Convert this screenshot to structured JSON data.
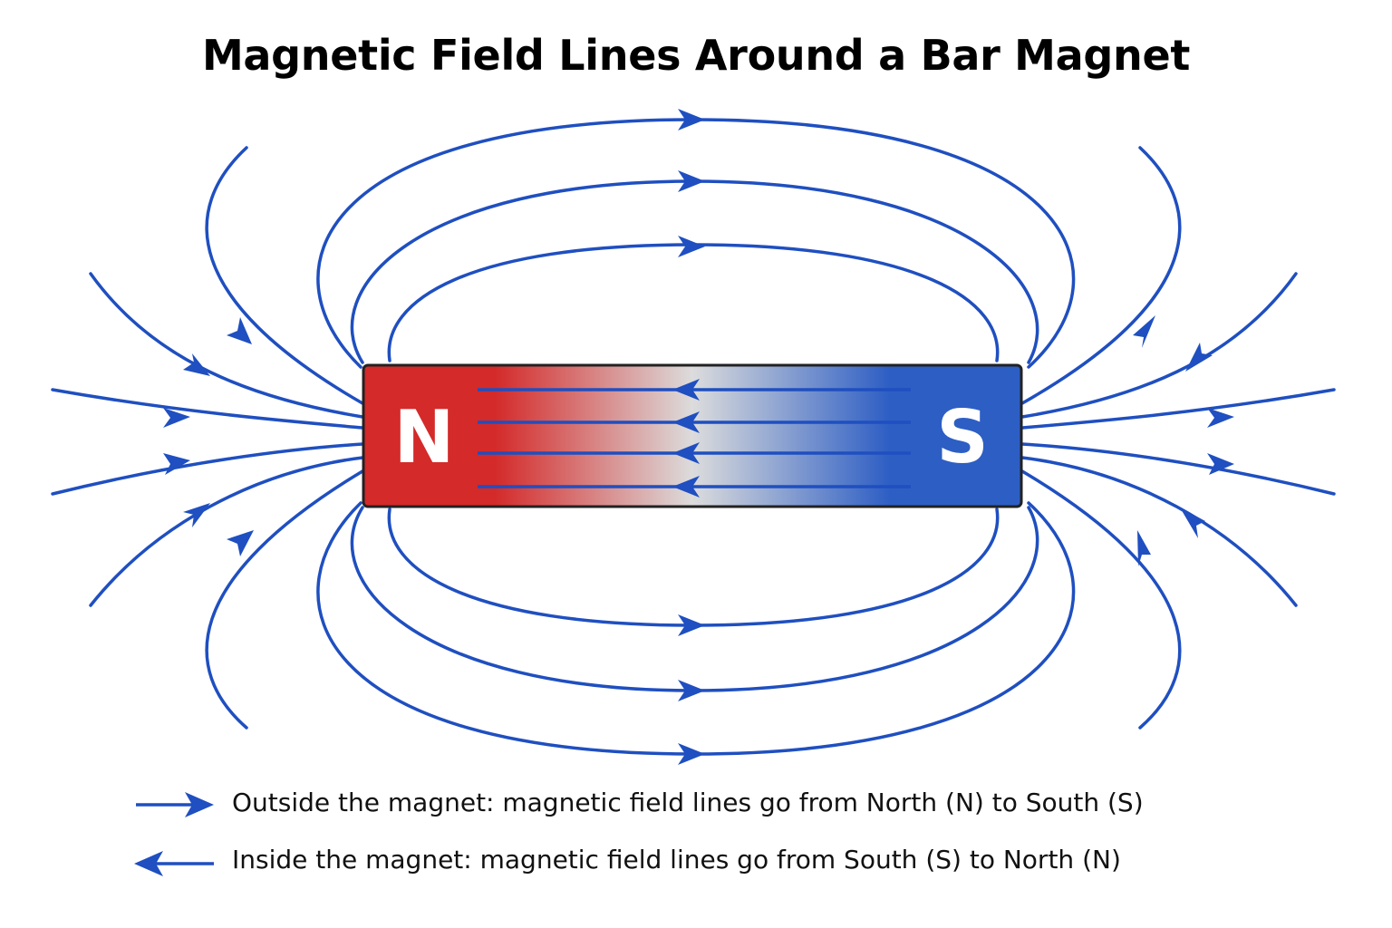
{
  "title": "Magnetic Field Lines Around a Bar Magnet",
  "magnet": {
    "north_label": "N",
    "south_label": "S",
    "north_color": "#d42a2a",
    "south_color": "#2d5ec4",
    "middle_color": "#d9d9d9"
  },
  "field_line_color": "#1f4fc0",
  "legend": {
    "outside": {
      "arrow": "right-arrow",
      "text": "Outside the magnet: magnetic field lines go from North (N) to South (S)"
    },
    "inside": {
      "arrow": "left-arrow",
      "text": "Inside the magnet: magnetic field lines go from South (S) to North (N)"
    }
  }
}
